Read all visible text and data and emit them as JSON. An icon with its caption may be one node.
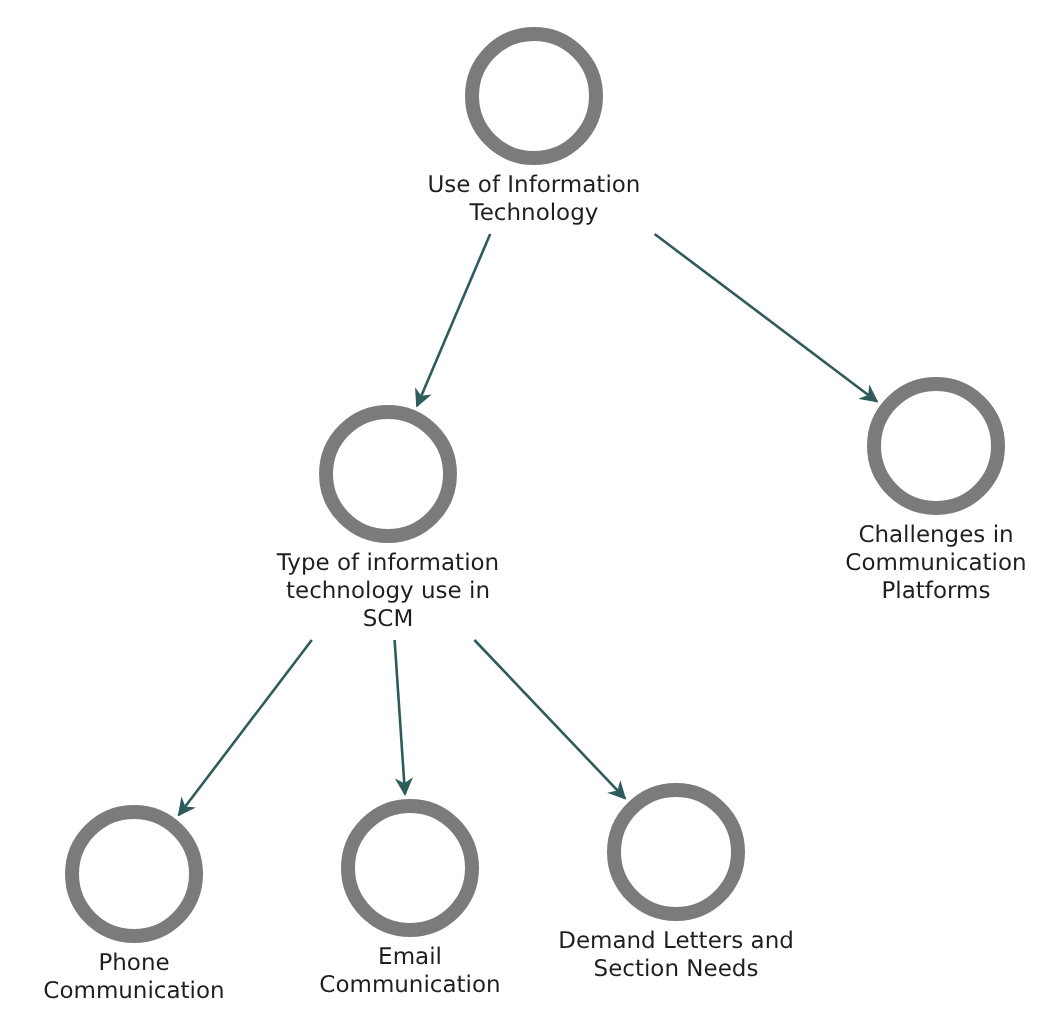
{
  "diagram": {
    "nodes": [
      {
        "text": [
          "Use of Information Technology"
        ]
      },
      {
        "text": [
          "Type of information technology use in SCM"
        ]
      },
      {
        "text": [
          "Challenges in Communication Platforms"
        ]
      },
      {
        "text": [
          "Phone Communication"
        ]
      },
      {
        "text": [
          "Email Communication"
        ]
      },
      {
        "text": [
          "Demand Letters and Section Needs"
        ]
      }
    ],
    "edges": [
      {
        "from": 0,
        "to": 1,
        "arrow": "to"
      },
      {
        "from": 0,
        "to": 2,
        "arrow": "to"
      },
      {
        "from": 1,
        "to": 3,
        "arrow": "to"
      },
      {
        "from": 1,
        "to": 4,
        "arrow": "to"
      },
      {
        "from": 1,
        "to": 5,
        "arrow": "to"
      }
    ]
  }
}
